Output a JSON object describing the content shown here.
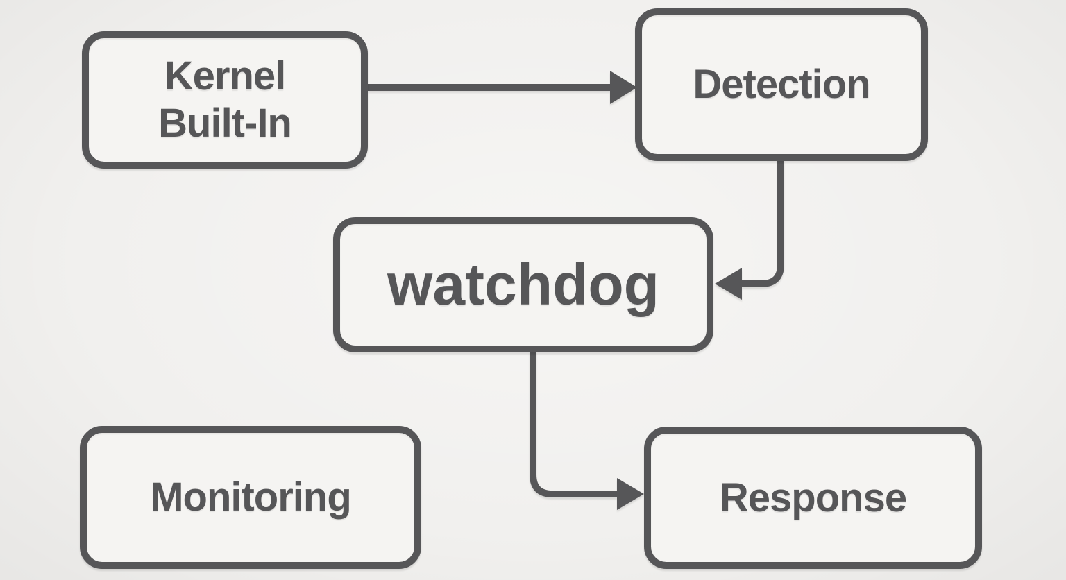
{
  "diagram": {
    "type": "flowchart",
    "nodes": {
      "kernel": {
        "label": "Kernel\nBuilt-In"
      },
      "detection": {
        "label": "Detection"
      },
      "watchdog": {
        "label": "watchdog"
      },
      "monitoring": {
        "label": "Monitoring"
      },
      "response": {
        "label": "Response"
      }
    },
    "edges": [
      {
        "from": "kernel",
        "to": "detection",
        "direction": "right"
      },
      {
        "from": "detection",
        "to": "watchdog",
        "direction": "down-left"
      },
      {
        "from": "watchdog",
        "to": "response",
        "direction": "down-right"
      }
    ]
  },
  "colors": {
    "stroke": "#565658",
    "background": "#f1f0ee",
    "node_fill": "#f5f4f2",
    "text": "#565658"
  }
}
